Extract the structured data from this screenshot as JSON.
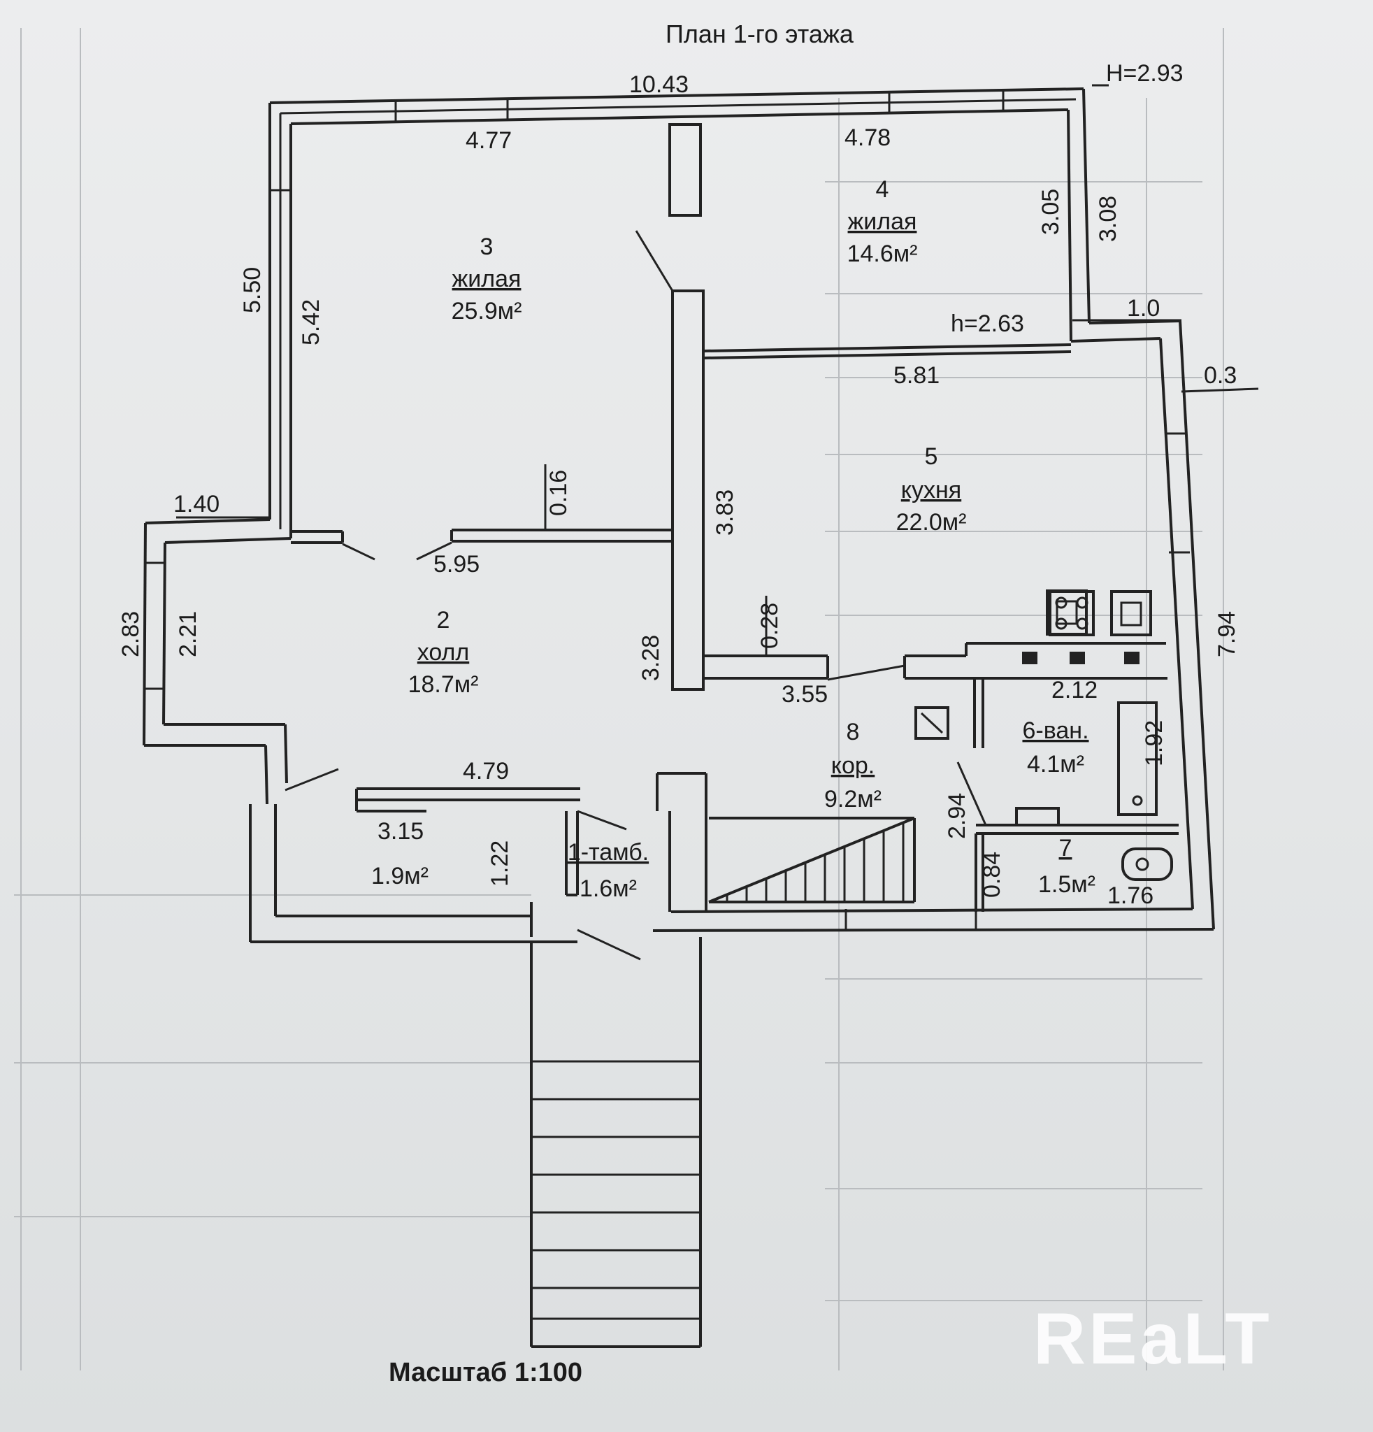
{
  "title": "План 1-го этажа",
  "height_label": "H=2.93",
  "scale_label": "Масштаб 1:100",
  "watermark": "REaLT",
  "dimensions": {
    "total_width": "10.43",
    "room3_width": "4.77",
    "room4_width": "4.78",
    "left_outer": "5.50",
    "left_inner": "5.42",
    "room4_depth_inner": "3.05",
    "room4_depth_outer": "3.08",
    "step_right": "1.0",
    "h_kitchen": "h=2.63",
    "kitchen_width": "5.81",
    "wall_offset": "0.3",
    "partition_thickness": "0.16",
    "kitchen_depth": "3.83",
    "porch_left": "1.40",
    "hall_width": "5.95",
    "hall_outer_height": "2.83",
    "hall_inner_height": "2.21",
    "corridor_left": "3.28",
    "wall_28": "0.28",
    "corridor_width": "3.55",
    "kitchen_right_depth": "7.94",
    "bath_width": "2.12",
    "bath_depth": "1.92",
    "hall_bottom": "4.79",
    "storage_width": "3.15",
    "storage_depth": "1.22",
    "wc_depth": "2.94",
    "wc_small": "0.84",
    "wc_width": "1.76"
  },
  "rooms": {
    "r1": {
      "num_name": "1-тамб.",
      "area": "1.6м²"
    },
    "r2": {
      "num": "2",
      "name": "холл",
      "area": "18.7м²"
    },
    "r3": {
      "num": "3",
      "name": "жилая",
      "area": "25.9м²"
    },
    "r4": {
      "num": "4",
      "name": "жилая",
      "area": "14.6м²"
    },
    "r5": {
      "num": "5",
      "name": "кухня",
      "area": "22.0м²"
    },
    "r6": {
      "num_name": "6-ван.",
      "area": "4.1м²"
    },
    "r7": {
      "num": "7",
      "area": "1.5м²"
    },
    "r8": {
      "num": "8",
      "name": "кор.",
      "area": "9.2м²"
    },
    "storage": {
      "area": "1.9м²"
    }
  }
}
